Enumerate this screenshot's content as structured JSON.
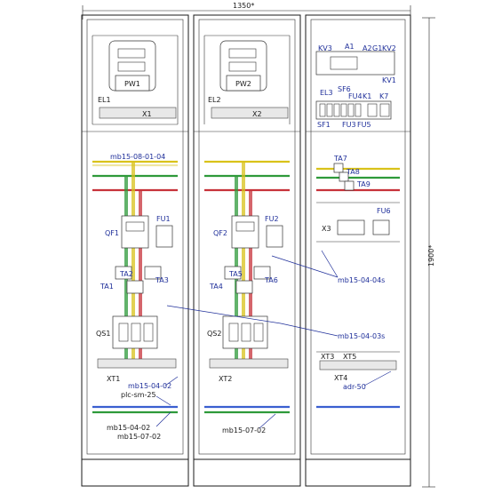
{
  "dimensions": {
    "width": "1350*",
    "height": "1900*"
  },
  "cabinet1": {
    "labels": {
      "meter": "PW1",
      "lamp": "EL1",
      "terminal_top": "X1",
      "rail_top": "mb15-08-01-04",
      "breaker": "QF1",
      "fuse": "FU1",
      "ct_a": "TA1",
      "ct_b": "TA2",
      "ct_c": "TA3",
      "switch": "QS1",
      "terminal_bottom": "XT1",
      "rail_a": "mb15-04-02",
      "plc": "plc-sm-25",
      "bottom_a": "mb15-04-02",
      "bottom_b": "mb15-07-02"
    }
  },
  "cabinet2": {
    "labels": {
      "meter": "PW2",
      "lamp": "EL2",
      "terminal_top": "X2",
      "breaker": "QF2",
      "fuse": "FU2",
      "ct_a": "TA4",
      "ct_b": "TA5",
      "ct_c": "TA6",
      "switch": "QS2",
      "terminal_bottom": "XT2",
      "bottom": "mb15-07-02"
    }
  },
  "cabinet3": {
    "labels": {
      "kv3": "KV3",
      "a1": "A1",
      "a2": "A2",
      "g1": "G1",
      "kv2": "KV2",
      "kv1": "KV1",
      "el3": "EL3",
      "sf6": "SF6",
      "sf1": "SF1",
      "fu3": "FU3",
      "fu5": "FU5",
      "fu4": "FU4",
      "k1": "K1",
      "k7": "K7",
      "ta7": "TA7",
      "ta8": "TA8",
      "ta9": "TA9",
      "fu6": "FU6",
      "x3": "X3",
      "xt3": "XT3",
      "xt5": "XT5",
      "xt4": "XT4",
      "adr": "adr-50"
    }
  },
  "callouts": {
    "c1": "mb15-04-04s",
    "c2": "mb15-04-03s"
  },
  "colors": {
    "green": "#2e9a3a",
    "yellow": "#d9c21a",
    "red": "#c7323a",
    "blue": "#3a5fd0",
    "label_blue": "#1f2f9a"
  }
}
